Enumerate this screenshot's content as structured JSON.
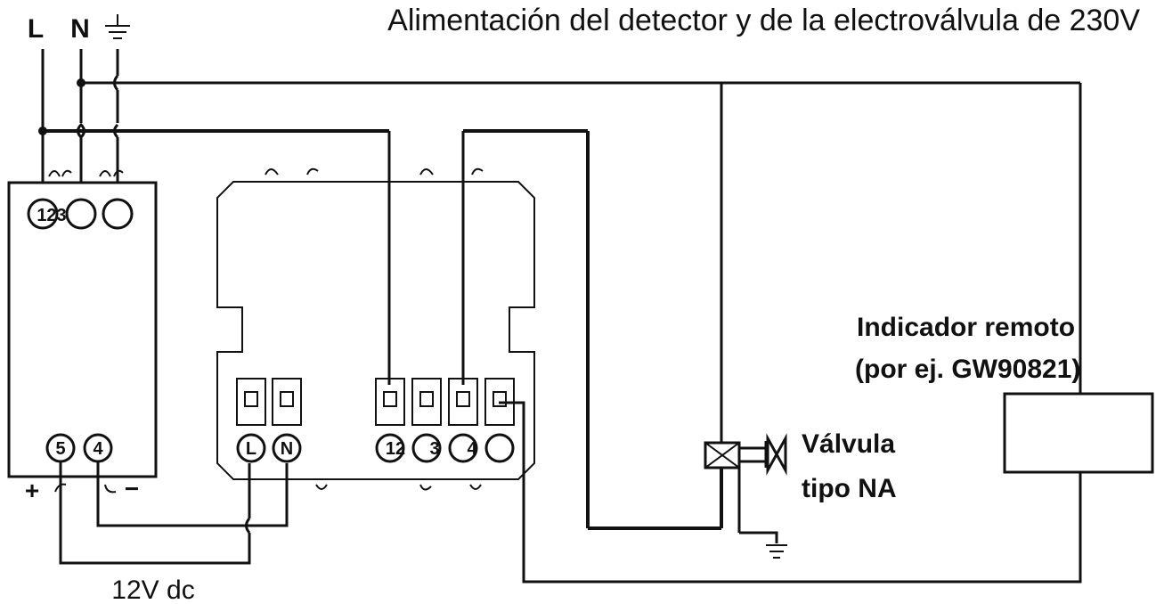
{
  "title": "Alimentación del detector y de la electroválvula de 230V",
  "supply": {
    "l_label": "L",
    "n_label": "N",
    "earth_icon": "earth-ground-icon"
  },
  "psu": {
    "top_terminals": "123",
    "bottom_terminal_left": "5",
    "bottom_terminal_right": "4",
    "plus_label": "+",
    "minus_label": "−"
  },
  "detector": {
    "terminal_l": "L",
    "terminal_n": "N",
    "terminal_12": "12",
    "terminal_3": "3",
    "terminal_4": "4"
  },
  "dc_label": "12V dc",
  "remote": {
    "label_line1": "Indicador remoto",
    "label_line2": "(por ej. GW90821)"
  },
  "valve": {
    "label_line1": "Válvula",
    "label_line2": "tipo NA"
  },
  "colors": {
    "ink": "#111111",
    "background": "#ffffff"
  }
}
